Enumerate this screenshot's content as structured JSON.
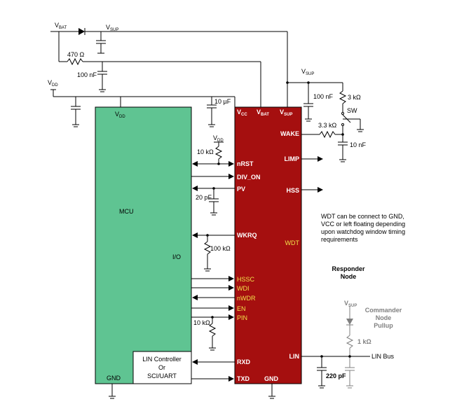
{
  "supplies": {
    "vbat_main": "V",
    "vbat_main_sub": "BAT",
    "vsup_top": "V",
    "vsup_top_sub": "SUP",
    "vdd_left": "V",
    "vdd_left_sub": "DD",
    "vsup_right": "V",
    "vsup_right_sub": "SUP",
    "vdd_pullup": "V",
    "vdd_pullup_sub": "DD",
    "vsup_commander": "V",
    "vsup_commander_sub": "SUP"
  },
  "components": {
    "r_470": "470 Ω",
    "c_100n_top": "100 nF",
    "c_10u": "10 µF",
    "c_100n_right": "100 nF",
    "r_3k": "3 kΩ",
    "sw": "SW",
    "r_3k3": "3.3 kΩ",
    "c_10n": "10 nF",
    "r_10k_rst": "10 kΩ",
    "c_20p": "20 pF",
    "r_100k": "100 kΩ",
    "r_10k_pin": "10 kΩ",
    "c_220p": "220 pF",
    "r_1k": "1 kΩ"
  },
  "mcu": {
    "vdd": "V",
    "vdd_sub": "DD",
    "name": "MCU",
    "io": "I/O",
    "gnd": "GND",
    "lin_controller": [
      "LIN Controller",
      "Or",
      "SCI/UART"
    ]
  },
  "transceiver": {
    "vcc": "V",
    "vcc_sub": "CC",
    "vbat": "V",
    "vbat_sub": "BAT",
    "vsup": "V",
    "vsup_sub": "SUP",
    "pins_left": [
      "nRST",
      "DIV_ON",
      "PV",
      "WKRQ",
      "HSSC",
      "WDI",
      "nWDR",
      "EN",
      "PIN",
      "RXD",
      "TXD"
    ],
    "pins_right": [
      "WAKE",
      "LIMP",
      "HSS",
      "WDT",
      "LIN"
    ],
    "gnd": "GND"
  },
  "notes": {
    "wdt_note": [
      "WDT can be connect to GND,",
      "VCC or left floating depending",
      "upon watchdog window timing",
      "requirements"
    ],
    "responder": [
      "Responder",
      "Node"
    ],
    "commander": [
      "Commander",
      "Node",
      "Pullup"
    ],
    "lin_bus": "LIN Bus"
  },
  "colors": {
    "mcu_fill": "#5fc492",
    "transceiver_fill": "#a50f0f",
    "highlight_text": "#f2e24a"
  }
}
